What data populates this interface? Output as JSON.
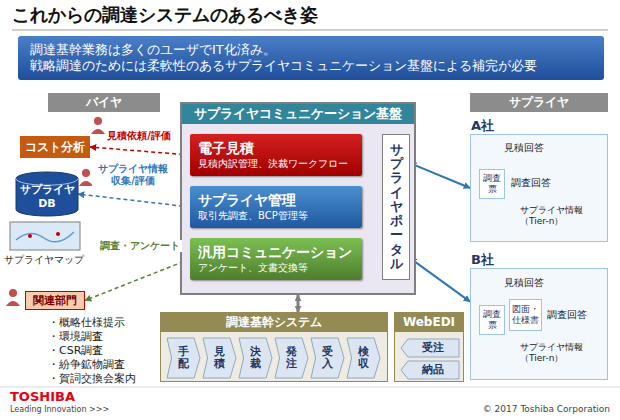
{
  "diagram": {
    "title": "これからの調達システムのあるべき姿",
    "nodes": [
      {
        "text": [
          "調達基幹業務は多くのユーザでIT化済み。",
          "戦略調達のためには柔軟性のあるサプライヤコミュニケーション基盤による補完が必要"
        ]
      },
      {
        "text": [
          "バイヤ"
        ]
      },
      {
        "text": [
          "コスト分析"
        ]
      },
      {
        "text": [
          "サプライヤ DB"
        ]
      },
      {
        "text": [
          "関連部門"
        ]
      },
      {
        "text": [
          "サプライヤコミュニケーション基盤"
        ]
      },
      {
        "text": [
          "電子見積",
          "見積内訳管理、決裁ワークフロー"
        ],
        "in": 5
      },
      {
        "text": [
          "サプライヤ管理",
          "取引先調査、BCP管理等"
        ],
        "in": 5
      },
      {
        "text": [
          "汎用コミュニケーション",
          "アンケート、文書交換等"
        ],
        "in": 5
      },
      {
        "text": [
          "サプライヤポータル"
        ],
        "in": 5
      },
      {
        "text": [
          "サプライヤ"
        ]
      },
      {
        "text": [
          "A社"
        ]
      },
      {
        "text": [
          "調査票"
        ],
        "in": 11
      },
      {
        "text": [
          "B社"
        ]
      },
      {
        "text": [
          "調査票"
        ],
        "in": 13
      },
      {
        "text": [
          "図面・仕様書"
        ],
        "in": 13
      },
      {
        "text": [
          "調達基幹システム"
        ]
      },
      {
        "text": [
          "手配"
        ],
        "in": 16
      },
      {
        "text": [
          "見積"
        ],
        "in": 16
      },
      {
        "text": [
          "決裁"
        ],
        "in": 16
      },
      {
        "text": [
          "発注"
        ],
        "in": 16
      },
      {
        "text": [
          "受入"
        ],
        "in": 16
      },
      {
        "text": [
          "検収"
        ],
        "in": 16
      },
      {
        "text": [
          "WebEDI"
        ]
      },
      {
        "text": [
          "受注"
        ],
        "in": 23
      },
      {
        "text": [
          "納品"
        ],
        "in": 23
      }
    ],
    "edges": [
      {
        "from": 6,
        "to": 9,
        "arrow": "to"
      },
      {
        "from": 7,
        "to": 9,
        "arrow": "to"
      },
      {
        "from": 8,
        "to": 9,
        "arrow": "to"
      },
      {
        "from": 9,
        "to": 11,
        "arrow": "both"
      },
      {
        "from": 9,
        "to": 13,
        "arrow": "both"
      },
      {
        "from": 6,
        "to": 2,
        "label": "見積依頼/評価",
        "arrow": "both"
      },
      {
        "from": 7,
        "to": 3,
        "label": "サプライヤ情報 収集/評価",
        "arrow": "both"
      },
      {
        "from": 8,
        "to": 4,
        "label": "調査・アンケート",
        "arrow": "both"
      },
      {
        "from": 5,
        "to": 16,
        "arrow": "both"
      }
    ],
    "labels": [
      "サプライヤマップ",
      "・概略仕様提示",
      "・環境調査",
      "・CSR調査",
      "・紛争鉱物調査",
      "・賀詞交換会案内",
      "見積回答",
      "調査回答",
      "サプライヤ情報（Tier-n）",
      "見積回答",
      "調査回答",
      "サプライヤ情報（Tier-n）",
      "TOSHIBA",
      "Leading Innovation >>>",
      "© 2017 Toshiba Corporation"
    ]
  }
}
